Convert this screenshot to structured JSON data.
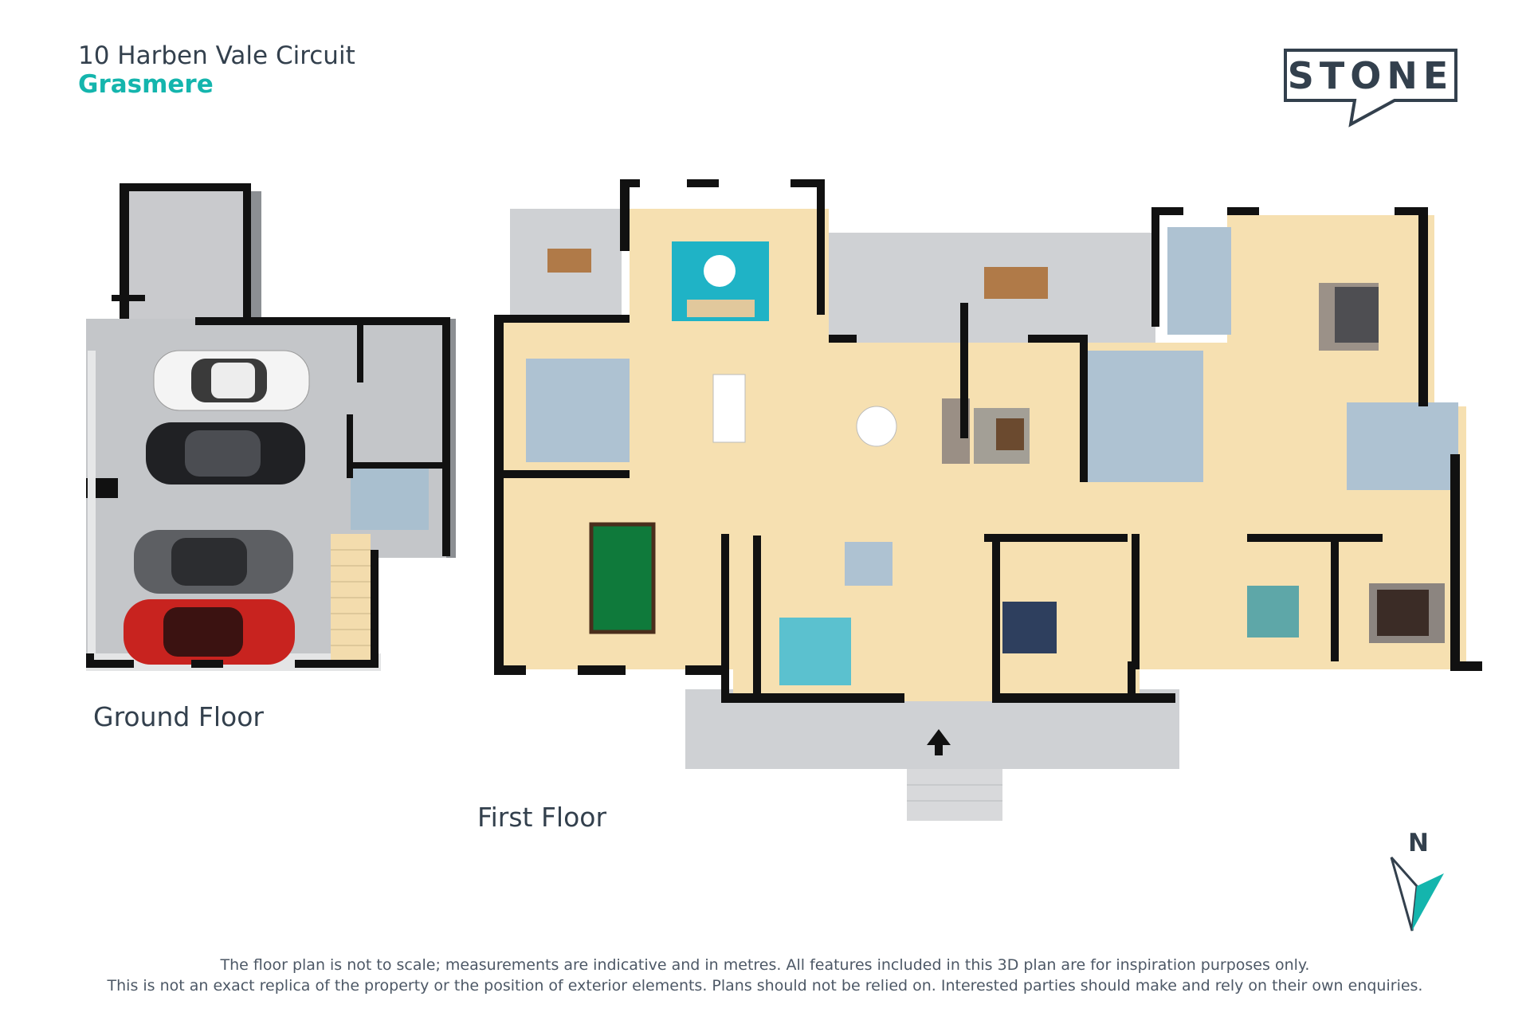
{
  "header": {
    "address": "10 Harben Vale Circuit",
    "suburb": "Grasmere",
    "brand": "STONE"
  },
  "floors": {
    "ground": "Ground  Floor",
    "first": "First Floor"
  },
  "compass": {
    "north_label": "N"
  },
  "disclaimer": {
    "line1": "The floor plan is not to scale; measurements are indicative and in metres. All features included in this 3D plan are for inspiration purposes only.",
    "line2": "This is not an exact replica of the property or the position of exterior elements. Plans should not be relied on. Interested parties should make and rely on their own enquiries."
  },
  "colors": {
    "accent": "#14b5ad",
    "text": "#33404d",
    "wall": "#111111",
    "floor_carpet": "#f5deb0",
    "floor_tile": "#b9c8d3",
    "garage": "#c7c9cc",
    "outdoor": "#d3d4d6"
  },
  "icons": [
    "north-arrow-icon",
    "entrance-arrow-icon"
  ]
}
